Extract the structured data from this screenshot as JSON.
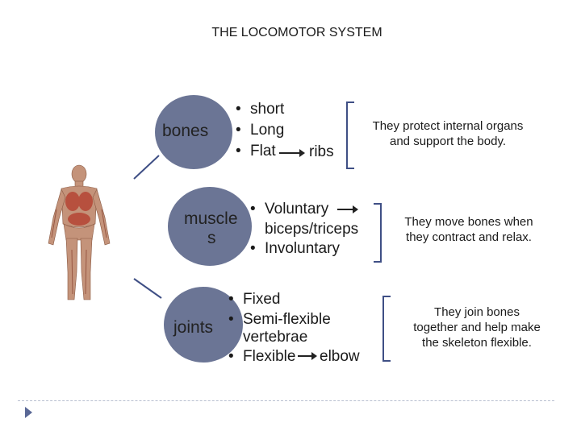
{
  "title": "THE LOCOMOTOR SYSTEM",
  "bones": {
    "label": "bones",
    "items": [
      "short",
      "Long",
      "Flat"
    ],
    "example": "ribs",
    "description_lines": [
      "They protect internal organs",
      "and support the body."
    ]
  },
  "muscles": {
    "label_lines": [
      "muscle",
      "s"
    ],
    "items": [
      "Voluntary",
      "Involuntary"
    ],
    "example": "biceps/triceps",
    "description_lines": [
      "They move bones when",
      "they contract and relax."
    ]
  },
  "joints": {
    "label": "joints",
    "items": [
      "Fixed",
      "Semi-flexible",
      "Flexible"
    ],
    "example_semi": "vertebrae",
    "example_flexible": "elbow",
    "description_lines": [
      "They join bones",
      "together and help make",
      "the skeleton flexible."
    ]
  },
  "colors": {
    "circle": "#6b7595",
    "bracket": "#3f4f85",
    "nav_arrow": "#5a6896"
  },
  "icons": {
    "figure": "human-anatomy-figure",
    "nav": "next-slide-arrow-icon"
  }
}
